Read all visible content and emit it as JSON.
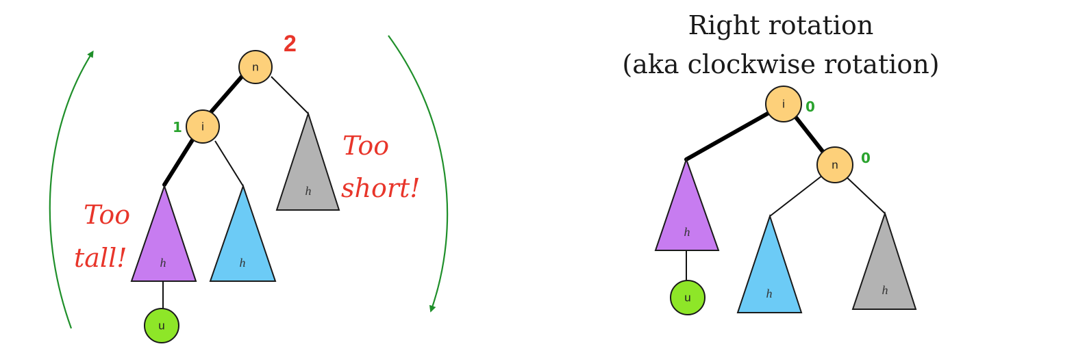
{
  "colors": {
    "node_orange": "#fdd07a",
    "node_green": "#8ee628",
    "subtree_purple": "#c77cf0",
    "subtree_blue": "#6ccbf6",
    "subtree_gray": "#b3b3b3",
    "annotation_red": "#e8352a",
    "balance_green": "#2aa32e",
    "arrow_green": "#1f8f2a"
  },
  "left_tree": {
    "node_n": "n",
    "node_i": "i",
    "node_u": "u",
    "balance_n": "2",
    "balance_i": "1",
    "subtree_left": "h",
    "subtree_middle": "h",
    "subtree_right": "h",
    "annotation_tall_line1": "Too",
    "annotation_tall_line2": "tall!",
    "annotation_short_line1": "Too",
    "annotation_short_line2": "short!"
  },
  "right_tree": {
    "title_line1": "Right rotation",
    "title_line2": "(aka clockwise rotation)",
    "node_i": "i",
    "node_n": "n",
    "node_u": "u",
    "balance_i": "0",
    "balance_n": "0",
    "subtree_left": "h",
    "subtree_middle": "h",
    "subtree_right": "h"
  }
}
